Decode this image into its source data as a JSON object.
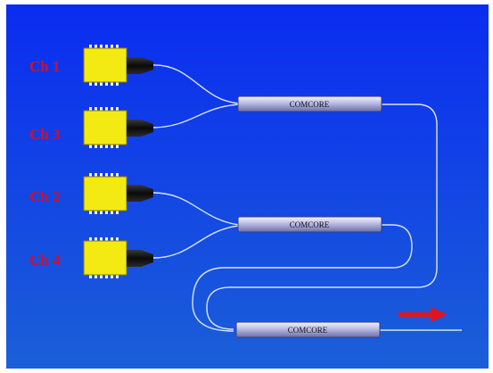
{
  "colors": {
    "background_top": "#0a2cf0",
    "background_bottom": "#1b5fd8",
    "label": "#d0102a",
    "chip": "#f2ea12",
    "arrow": "#e0141c",
    "fiber": "#d8e2f6"
  },
  "channels": [
    {
      "label": "Ch 1"
    },
    {
      "label": "Ch 3"
    },
    {
      "label": "Ch 2"
    },
    {
      "label": "Ch 4"
    }
  ],
  "couplers": [
    {
      "label": "COMCORE"
    },
    {
      "label": "COMCORE"
    },
    {
      "label": "COMCORE"
    }
  ],
  "output_arrow_icon": "right-arrow-icon"
}
